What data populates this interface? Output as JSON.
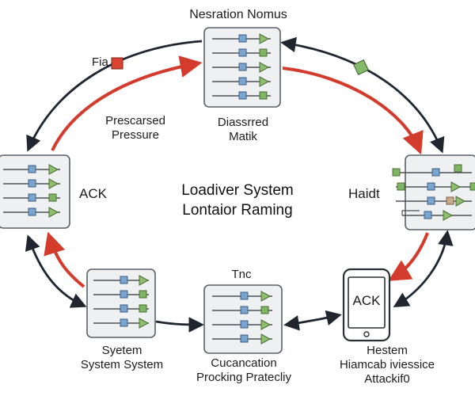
{
  "diagram": {
    "center_title": [
      "Loadiver System",
      "Lontaior Raming"
    ],
    "nodes": {
      "top": {
        "caption": "Nesration Nomus",
        "sublabel": [
          "Diassrred",
          "Matik"
        ]
      },
      "left": {
        "caption": "ACK"
      },
      "right": {
        "caption": "Haidt"
      },
      "bottom_left": {
        "caption": [
          "Syetem",
          "System System"
        ]
      },
      "bottom_center": {
        "caption_top": "Tnc",
        "caption": [
          "Cucancation",
          "Procking Pratecliy"
        ]
      },
      "bottom_right": {
        "screen_text": "ACK",
        "caption": [
          "Hestem",
          "Hiamcab iviessice",
          "Attackif0"
        ]
      }
    },
    "edge_labels": {
      "top_left_marker": "Fia",
      "left_pressure": [
        "Prescarsed",
        "Pressure"
      ]
    },
    "colors": {
      "node_fill": "#eef0f2",
      "node_stroke": "#5a6066",
      "line": "#4d5258",
      "square": "#7ba4cf",
      "triangle": "#8fbf6c",
      "green_square": "#7fb564",
      "arrow_dark": "#1f2630",
      "arrow_red": "#d33b2c",
      "marker_red": "#d9432f",
      "marker_green": "#86b86a",
      "marker_tan": "#c9a98f"
    },
    "icons": [
      "process-block-icon",
      "phone-icon",
      "arrowhead-icon"
    ]
  }
}
